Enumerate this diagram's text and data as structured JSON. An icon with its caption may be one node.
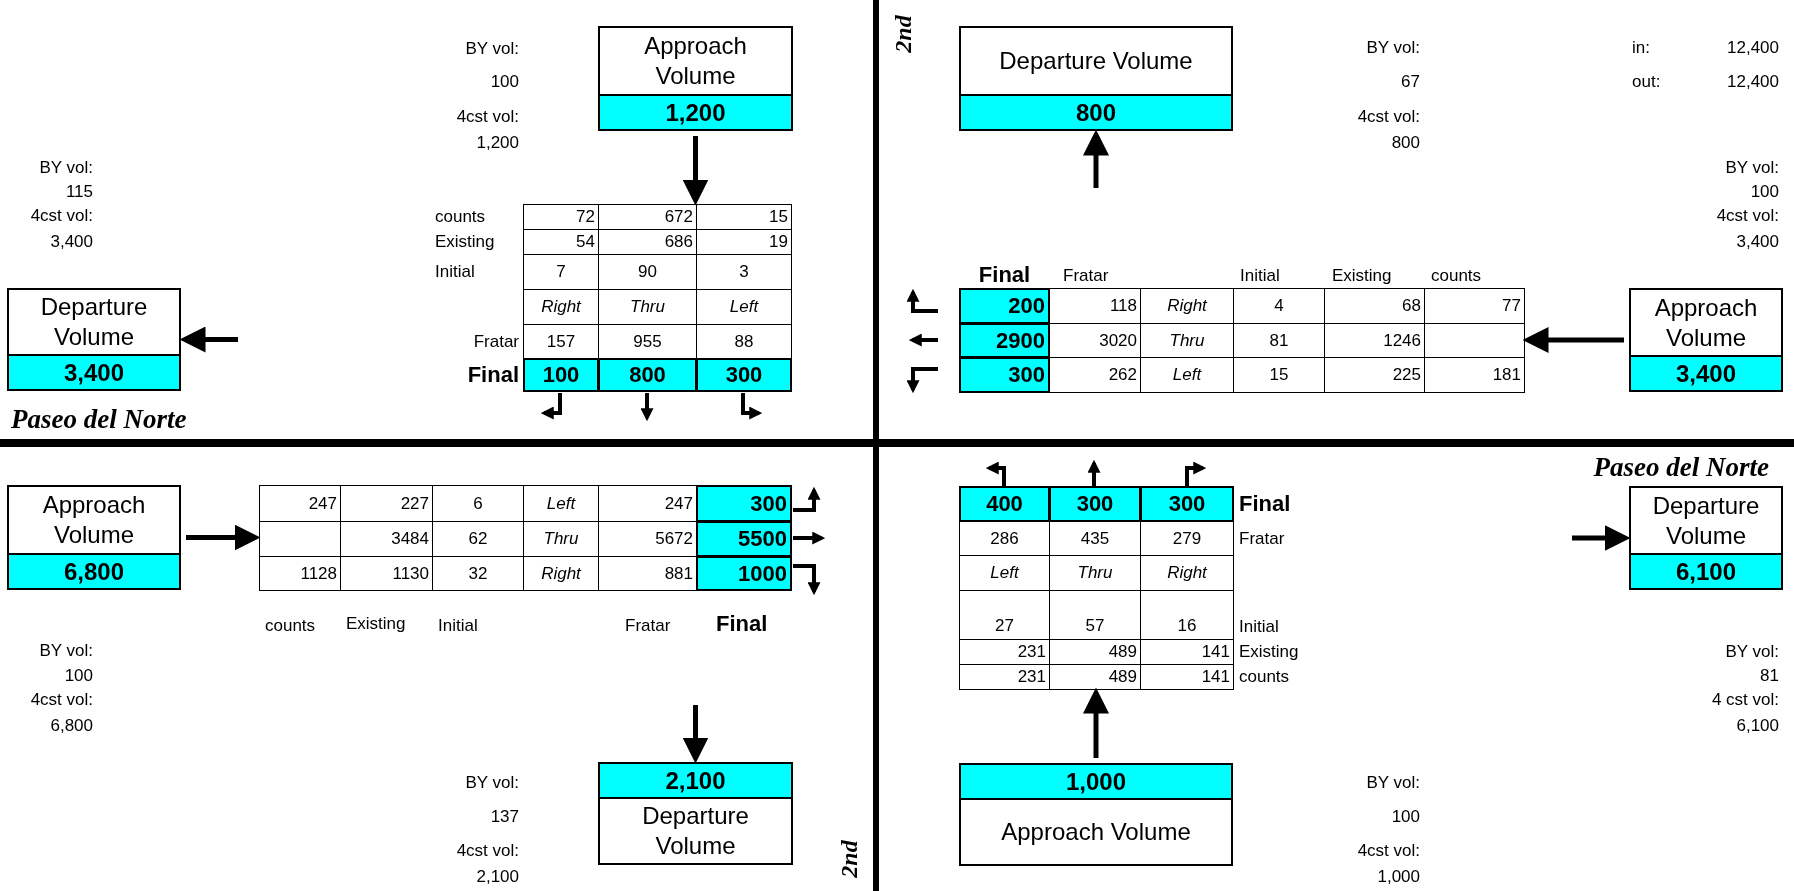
{
  "diagram": {
    "nodes": [
      {
        "text": [
          "Approach Volume",
          "1,200"
        ]
      },
      {
        "text": [
          "Departure Volume",
          "800"
        ]
      },
      {
        "text": [
          "counts",
          "72",
          "672",
          "15",
          "Existing",
          "54",
          "686",
          "19",
          "Initial",
          "7",
          "90",
          "3",
          "Right",
          "Thru",
          "Left",
          "Fratar",
          "157",
          "955",
          "88",
          "Final",
          "100",
          "800",
          "300"
        ]
      },
      {
        "text": [
          "Final",
          "Fratar",
          "Initial",
          "Existing",
          "counts",
          "200",
          "118",
          "Right",
          "4",
          "68",
          "77",
          "2900",
          "3020",
          "Thru",
          "81",
          "1246",
          "300",
          "262",
          "Left",
          "15",
          "225",
          "181"
        ]
      },
      {
        "text": [
          "Departure Volume",
          "3,400"
        ]
      },
      {
        "text": [
          "Approach Volume",
          "3,400"
        ]
      },
      {
        "text": [
          "Approach Volume",
          "6,800"
        ]
      },
      {
        "text": [
          "247",
          "227",
          "6",
          "Left",
          "247",
          "300",
          "3484",
          "62",
          "Thru",
          "5672",
          "5500",
          "1128",
          "1130",
          "32",
          "Right",
          "881",
          "1000",
          "counts",
          "Existing",
          "Initial",
          "Fratar",
          "Final"
        ]
      },
      {
        "text": [
          "400",
          "300",
          "300",
          "Final",
          "286",
          "435",
          "279",
          "Fratar",
          "Left",
          "Thru",
          "Right",
          "27",
          "57",
          "16",
          "Initial",
          "231",
          "489",
          "141",
          "Existing",
          "231",
          "489",
          "141",
          "counts"
        ]
      },
      {
        "text": [
          "Departure Volume",
          "6,100"
        ]
      },
      {
        "text": [
          "2,100",
          "Departure Volume"
        ]
      },
      {
        "text": [
          "1,000",
          "Approach Volume"
        ]
      }
    ],
    "edges": [
      {
        "from": 0,
        "to": 2,
        "arrow": "to"
      },
      {
        "from": null,
        "to": 1,
        "arrow": "to"
      },
      {
        "from": 5,
        "to": 3,
        "arrow": "to"
      },
      {
        "from": null,
        "to": 4,
        "arrow": "to"
      },
      {
        "from": 6,
        "to": 7,
        "arrow": "to"
      },
      {
        "from": null,
        "to": 10,
        "arrow": "to"
      },
      {
        "from": 11,
        "to": 8,
        "arrow": "to"
      },
      {
        "from": null,
        "to": 9,
        "arrow": "to"
      }
    ],
    "labels": [
      "BY vol:",
      "2nd",
      "BY vol:",
      "in:",
      "12,400",
      "100",
      "67",
      "out:",
      "12,400",
      "4cst vol:",
      "4cst vol:",
      "1,200",
      "800",
      "BY vol:",
      "BY vol:",
      "115",
      "100",
      "4cst vol:",
      "4cst vol:",
      "3,400",
      "3,400",
      "Paseo del Norte",
      "Paseo del Norte",
      "BY vol:",
      "BY vol:",
      "100",
      "81",
      "4cst vol:",
      "4 cst vol:",
      "6,800",
      "6,100",
      "BY vol:",
      "BY vol:",
      "137",
      "100",
      "2nd",
      "4cst vol:",
      "4cst vol:",
      "2,100",
      "1,000"
    ]
  }
}
